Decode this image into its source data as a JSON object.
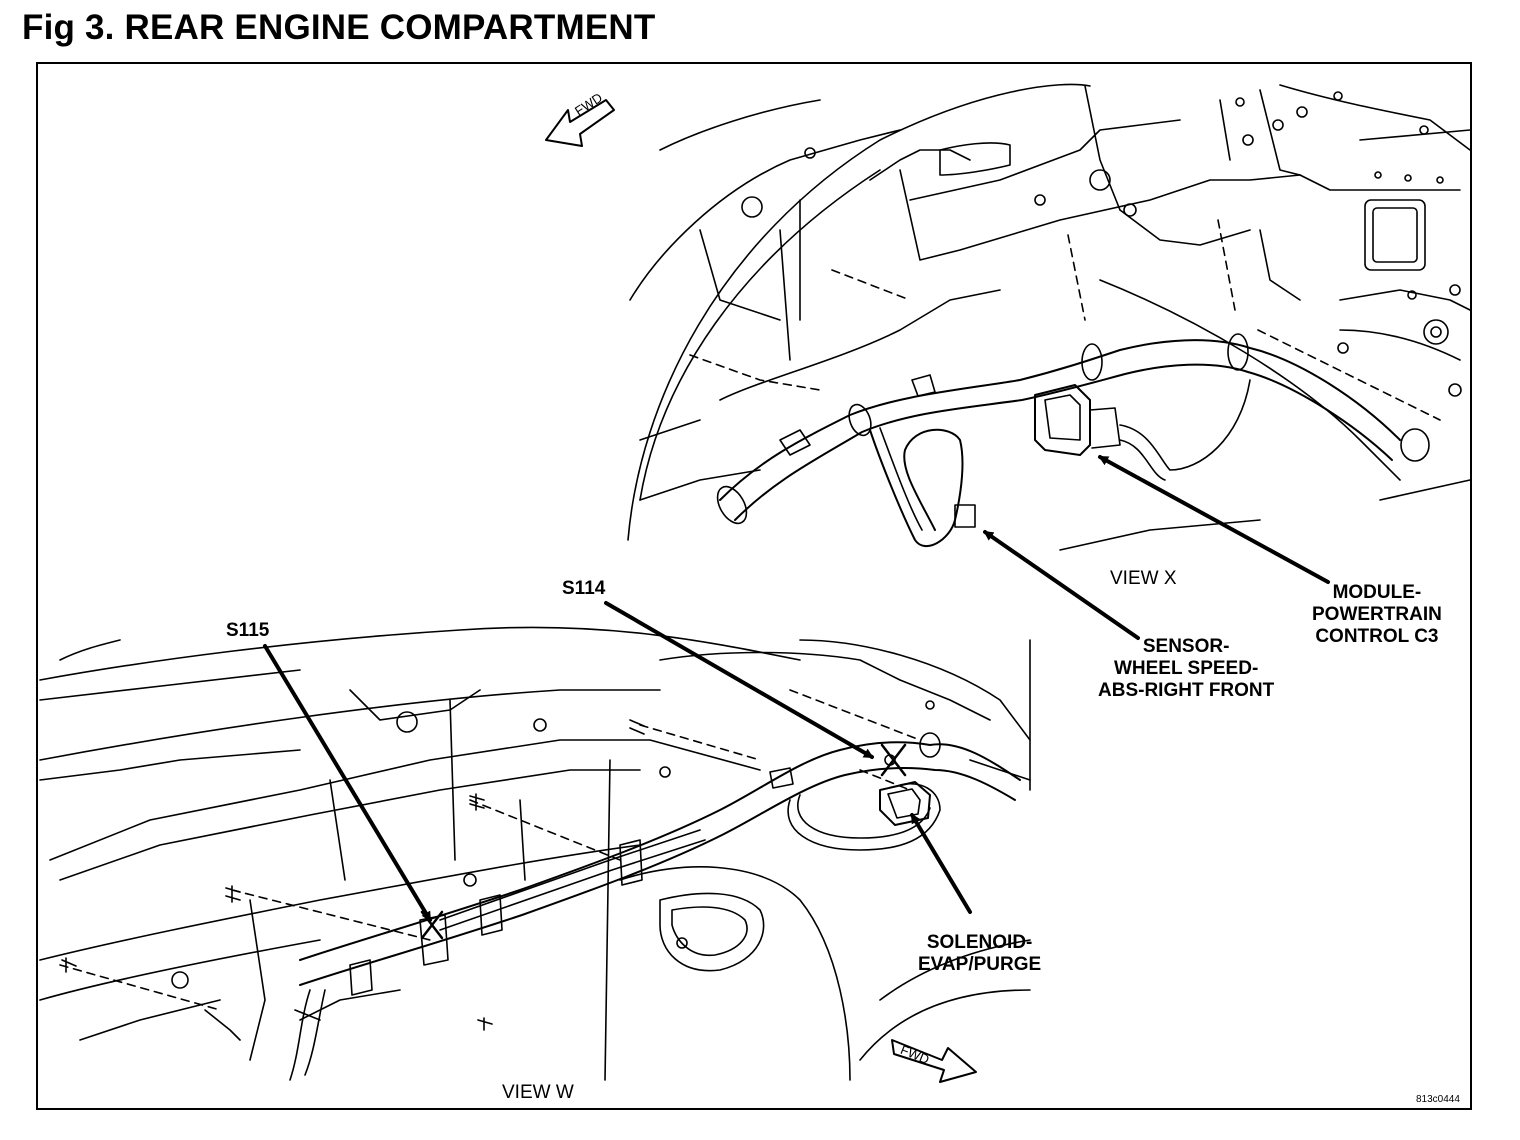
{
  "figure": {
    "title": "Fig 3. REAR ENGINE COMPARTMENT",
    "drawing_code": "813c0444"
  },
  "views": {
    "view_x": "VIEW X",
    "view_w": "VIEW W"
  },
  "fwd_indicators": {
    "top_left": "FWD",
    "bottom_right": "FWD"
  },
  "callouts": {
    "module": [
      "MODULE-",
      "POWERTRAIN",
      "CONTROL C3"
    ],
    "sensor": [
      "SENSOR-",
      "WHEEL SPEED-",
      "ABS-RIGHT FRONT"
    ],
    "solenoid": [
      "SOLENOID-",
      "EVAP/PURGE"
    ],
    "s114": "S114",
    "s115": "S115"
  }
}
